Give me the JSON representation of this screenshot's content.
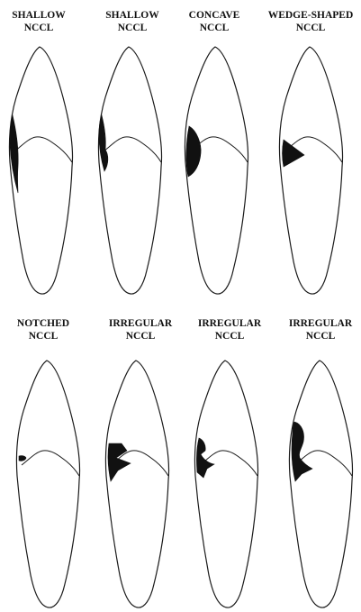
{
  "figure": {
    "rows": [
      {
        "teeth": [
          {
            "label_line1": "SHALLOW",
            "label_line2": "NCCL",
            "lesion_type": "shallow"
          },
          {
            "label_line1": "SHALLOW",
            "label_line2": "NCCL",
            "lesion_type": "shallow-2"
          },
          {
            "label_line1": "CONCAVE",
            "label_line2": "NCCL",
            "lesion_type": "concave"
          },
          {
            "label_line1": "WEDGE-SHAPED",
            "label_line2": "NCCL",
            "lesion_type": "wedge-shaped"
          }
        ]
      },
      {
        "teeth": [
          {
            "label_line1": "NOTCHED",
            "label_line2": "NCCL",
            "lesion_type": "notched"
          },
          {
            "label_line1": "IRREGULAR",
            "label_line2": "NCCL",
            "lesion_type": "irregular-1"
          },
          {
            "label_line1": "IRREGULAR",
            "label_line2": "NCCL",
            "lesion_type": "irregular-2"
          },
          {
            "label_line1": "IRREGULAR",
            "label_line2": "NCCL",
            "lesion_type": "irregular-3"
          }
        ]
      }
    ],
    "colors": {
      "outline": "#1a1a1a",
      "lesion": "#111111",
      "background": "#ffffff"
    }
  }
}
